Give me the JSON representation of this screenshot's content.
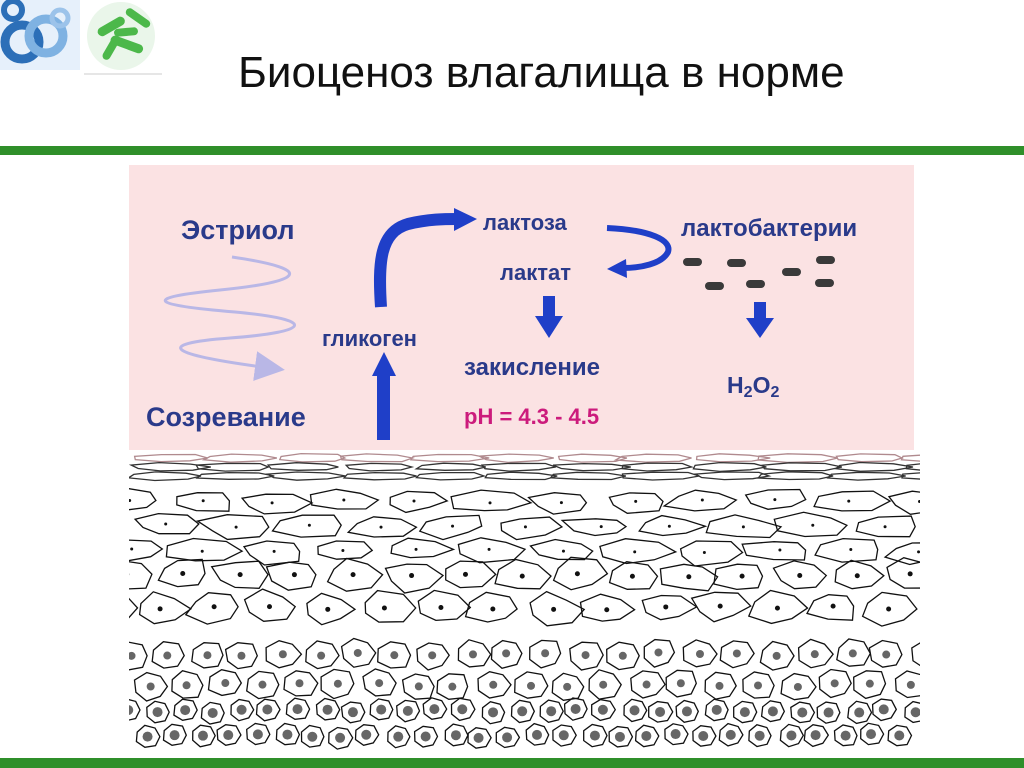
{
  "slide": {
    "title": "Биоценоз влагалища в норме"
  },
  "diagram": {
    "estriol": "Эстриол",
    "maturation": "Созревание",
    "glycogen": "гликоген",
    "lactose": "лактоза",
    "lactate": "лактат",
    "lactobacteria": "лактобактерии",
    "acidification": "закисление",
    "ph_label": "pH =",
    "ph_value": "4.3 - 4.5",
    "h2o2": {
      "h": "H",
      "sub1": "2",
      "o": "O",
      "sub2": "2"
    }
  },
  "colors": {
    "accent_green": "#2f8f2a",
    "arrow_blue": "#1f3fc8",
    "label_blue": "#2a3a8a",
    "ph_magenta": "#cc1b7c",
    "panel_pink": "#fbe2e3",
    "wave_lilac": "#b9b7e6"
  },
  "icons": [
    "logo-rings-icon",
    "bacteria-logo-icon",
    "wavy-arrow-icon",
    "up-arrow-icon",
    "curved-arrow-icon",
    "down-arrow-icon",
    "bacteria-rods-icon"
  ]
}
